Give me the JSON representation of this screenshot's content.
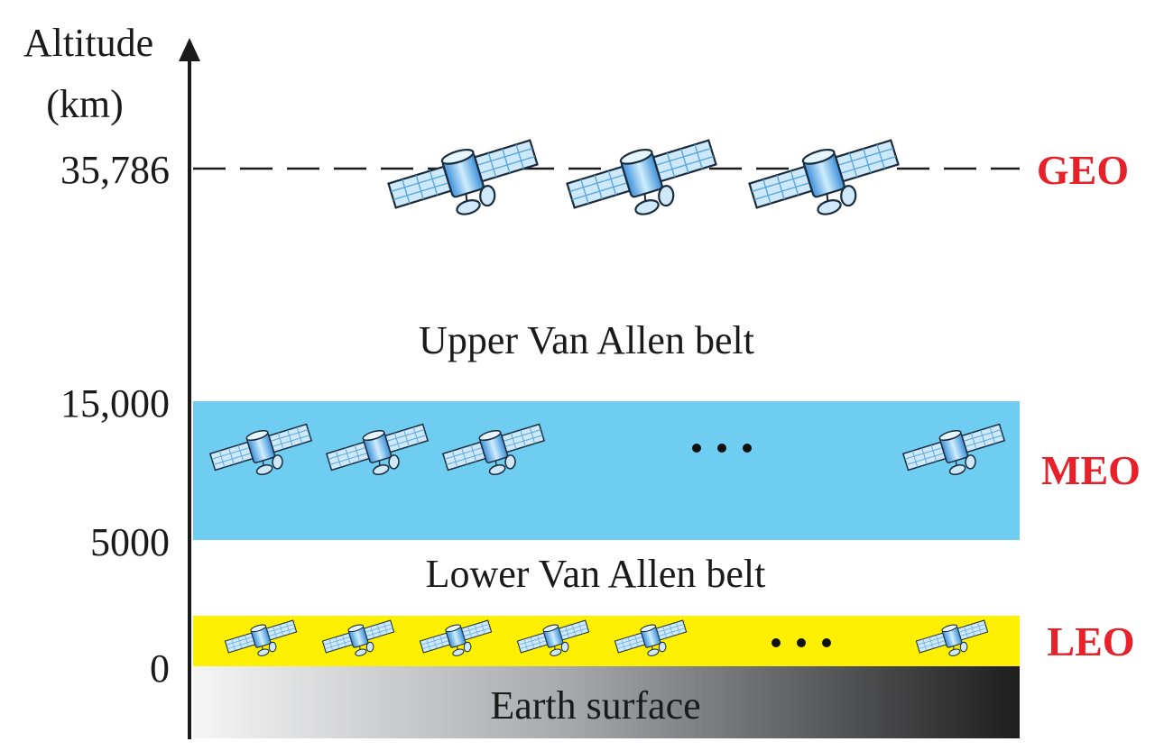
{
  "axis": {
    "title_line1": "Altitude",
    "title_line2": "(km)"
  },
  "ticks": {
    "geo": "35,786",
    "meo_top": "15,000",
    "meo_bottom": "5000",
    "zero": "0"
  },
  "regions": {
    "upper_belt": "Upper Van Allen belt",
    "lower_belt": "Lower Van Allen belt",
    "earth": "Earth surface"
  },
  "orbits": {
    "geo": "GEO",
    "meo": "MEO",
    "leo": "LEO"
  },
  "colors": {
    "meo_band": "#6fcdf2",
    "leo_band": "#ffef00",
    "orbit_label": "#e8202a",
    "axis": "#1a1a1a",
    "earth_light": "#f4f4f4",
    "earth_dark": "#222222"
  },
  "icons": {
    "satellite": "satellite-icon",
    "ellipsis": "ellipsis-dots"
  },
  "satellite_counts": {
    "geo": 3,
    "meo": 4,
    "leo": 6
  }
}
